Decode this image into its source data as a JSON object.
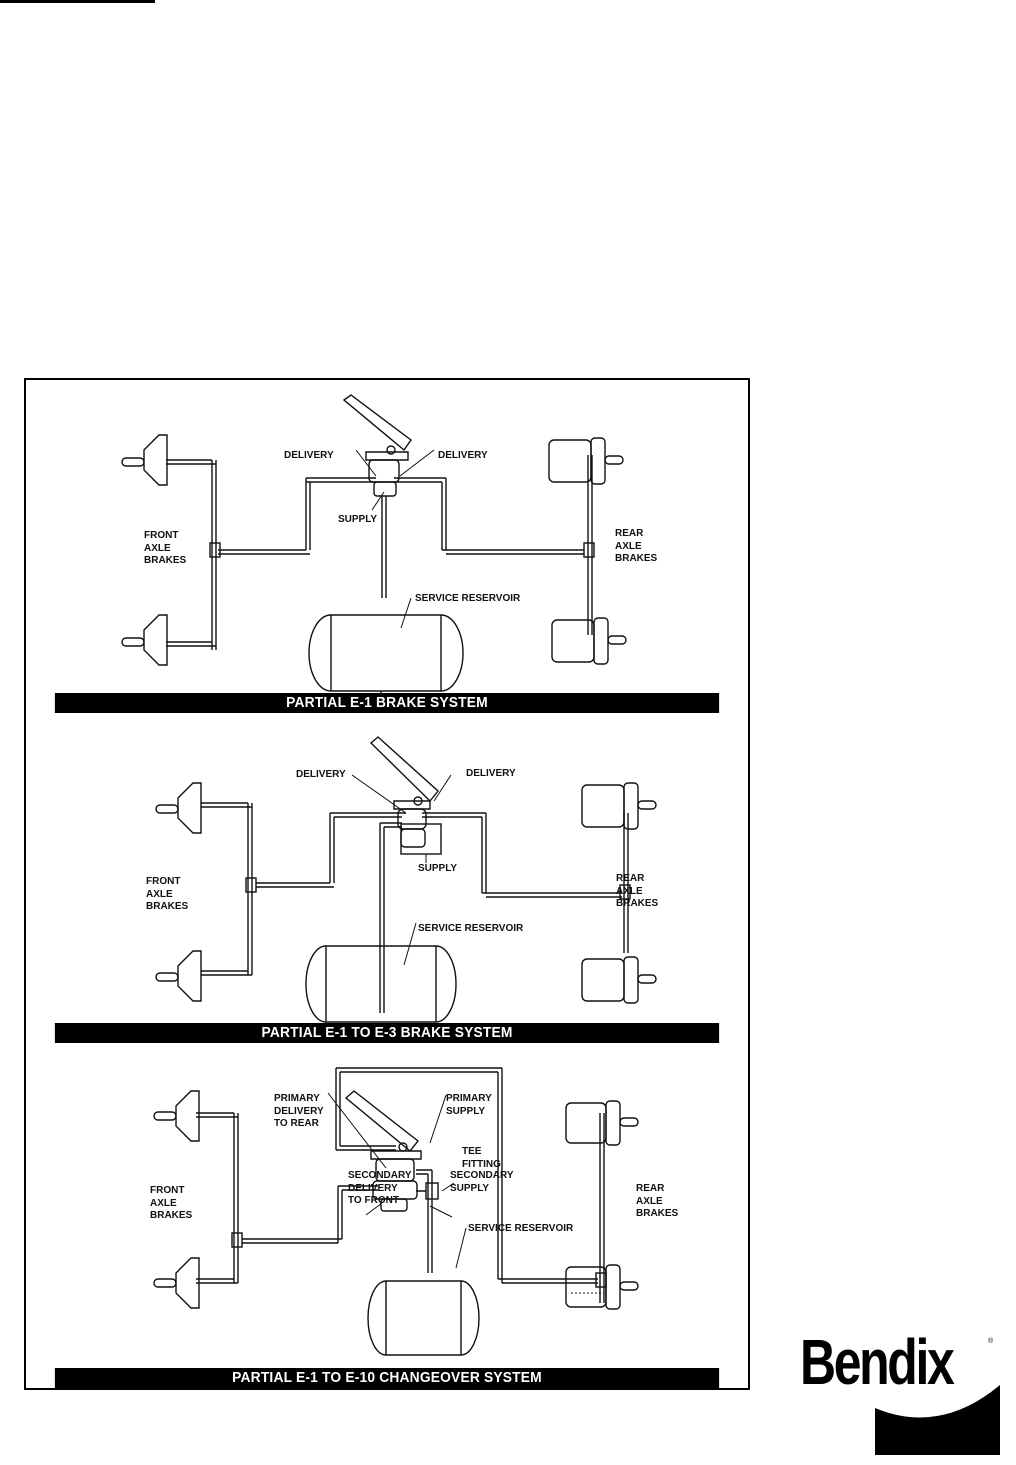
{
  "document": {
    "brand": "Bendix",
    "brand_mark": "®"
  },
  "panels": [
    {
      "caption": "PARTIAL E-1 BRAKE SYSTEM",
      "labels": {
        "delivery_left": "DELIVERY",
        "delivery_right": "DELIVERY",
        "supply": "SUPPLY",
        "front": "FRONT\nAXLE\nBRAKES",
        "rear": "REAR\nAXLE\nBRAKES",
        "reservoir": "SERVICE RESERVOIR"
      }
    },
    {
      "caption": "PARTIAL E-1 TO E-3 BRAKE SYSTEM",
      "labels": {
        "delivery_left": "DELIVERY",
        "delivery_right": "DELIVERY",
        "supply": "SUPPLY",
        "front": "FRONT\nAXLE\nBRAKES",
        "rear": "REAR\nAXLE\nBRAKES",
        "reservoir": "SERVICE RESERVOIR"
      }
    },
    {
      "caption": "PARTIAL E-1 TO E-10 CHANGEOVER SYSTEM",
      "labels": {
        "primary_delivery": "PRIMARY\nDELIVERY\nTO REAR",
        "primary_supply": "PRIMARY\nSUPPLY",
        "tee_fitting": "TEE\nFITTING",
        "secondary_delivery": "SECONDARY\nDELIVERY\nTO FRONT",
        "secondary_supply": "SECONDARY\nSUPPLY",
        "front": "FRONT\nAXLE\nBRAKES",
        "rear": "REAR\nAXLE\nBRAKES",
        "reservoir": "SERVICE RESERVOIR"
      }
    }
  ]
}
